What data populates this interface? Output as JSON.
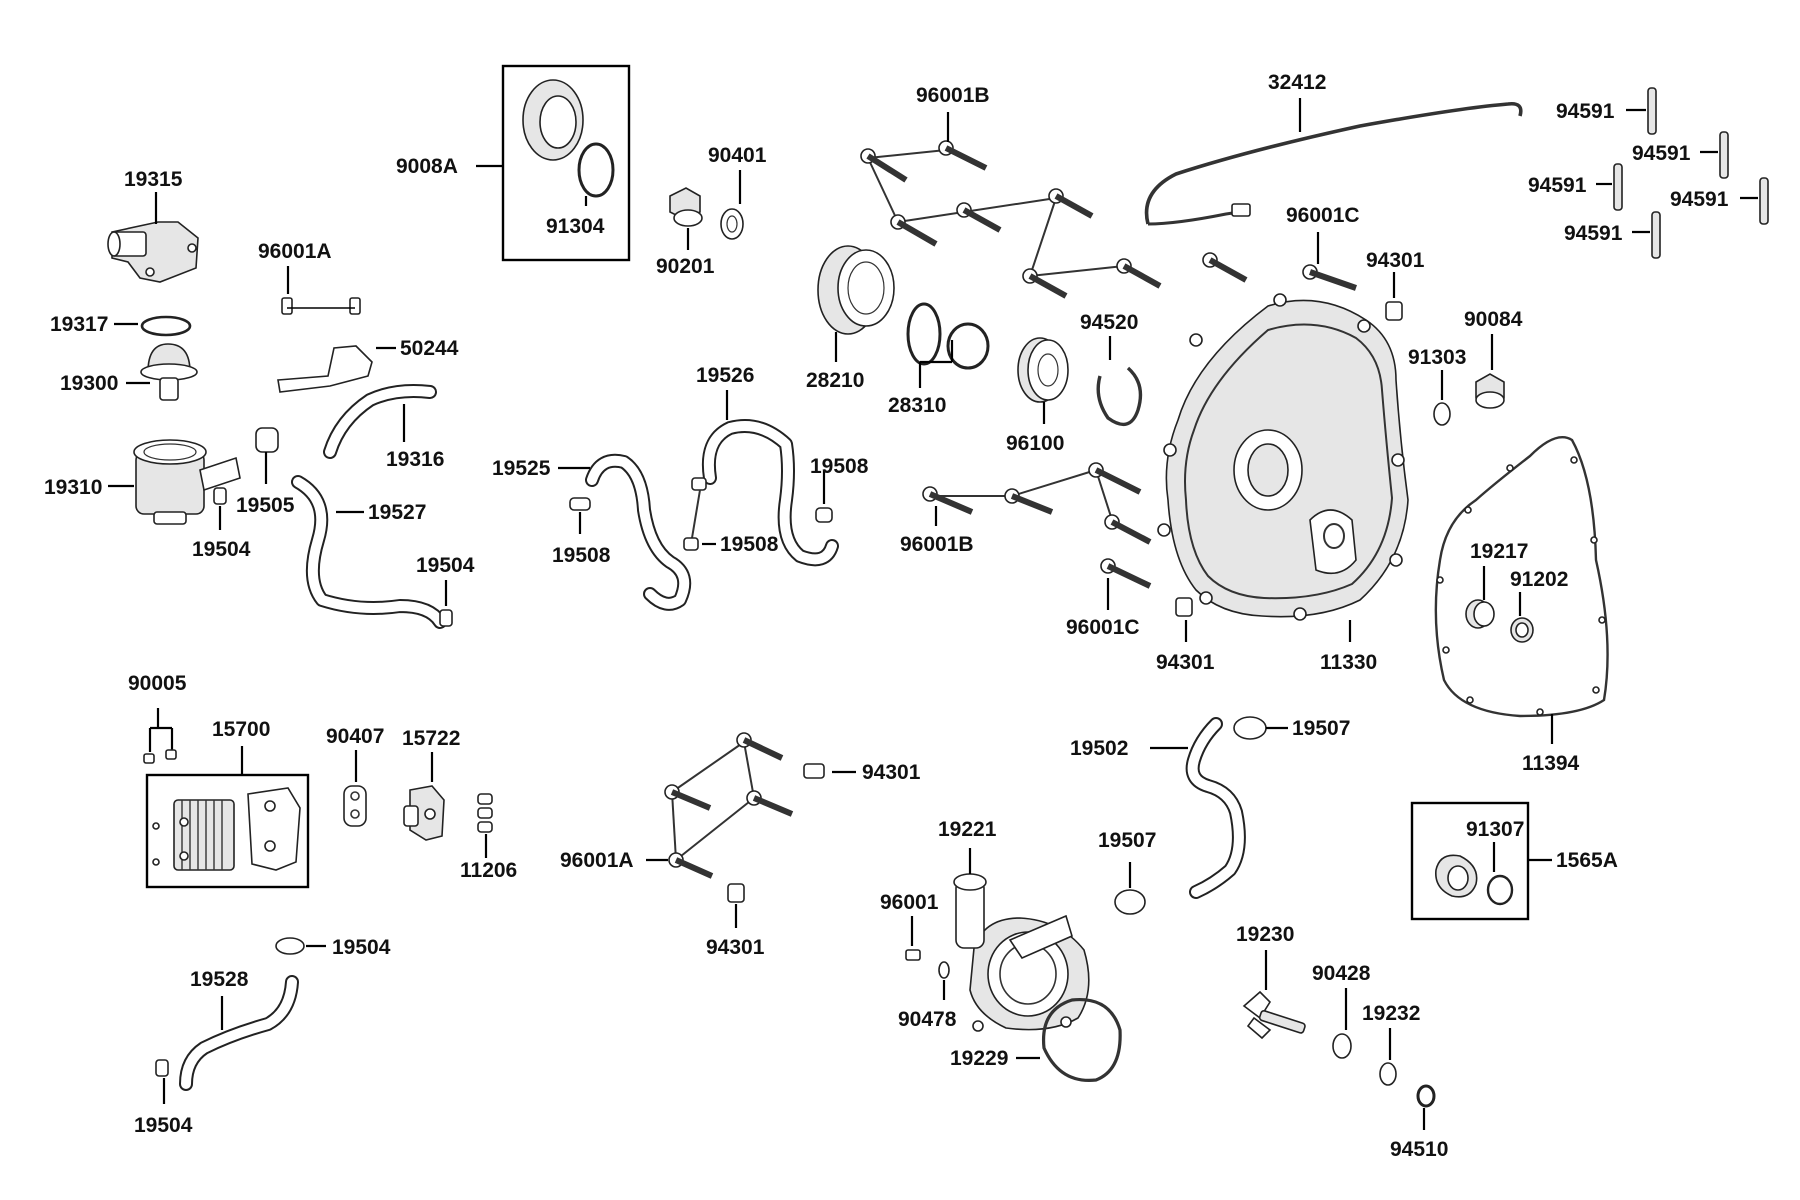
{
  "labels": {
    "p19315": "19315",
    "p19317": "19317",
    "p19300": "19300",
    "p19310": "19310",
    "p19504a": "19504",
    "p19505": "19505",
    "p96001A_top": "96001A",
    "p50244": "50244",
    "p19316": "19316",
    "p19527": "19527",
    "p19504b": "19504",
    "p9008A": "9008A",
    "p91304": "91304",
    "p90401": "90401",
    "p90201": "90201",
    "p19525": "19525",
    "p19526": "19526",
    "p19508a": "19508",
    "p19508b": "19508",
    "p19508c": "19508",
    "p96001B_top": "96001B",
    "p28210": "28210",
    "p28310": "28310",
    "p96100": "96100",
    "p94520": "94520",
    "p96001B_mid": "96001B",
    "p32412": "32412",
    "p96001C_top": "96001C",
    "p94301_top": "94301",
    "p91303": "91303",
    "p90084": "90084",
    "p94591_1": "94591",
    "p94591_2": "94591",
    "p94591_3": "94591",
    "p94591_4": "94591",
    "p94591_5": "94591",
    "p96001C_mid": "96001C",
    "p94301_mid": "94301",
    "p11330": "11330",
    "p19217": "19217",
    "p91202": "91202",
    "p11394": "11394",
    "p90005": "90005",
    "p15700": "15700",
    "p90407": "90407",
    "p15722": "15722",
    "p11206": "11206",
    "p94301_a": "94301",
    "p96001A_low": "96001A",
    "p94301_b": "94301",
    "p19502": "19502",
    "p19507a": "19507",
    "p19507b": "19507",
    "p19221": "19221",
    "p96001": "96001",
    "p90478": "90478",
    "p19229": "19229",
    "p91307": "91307",
    "p1565A": "1565A",
    "p19230": "19230",
    "p90428": "90428",
    "p19232": "19232",
    "p94510": "94510",
    "p19504c": "19504",
    "p19528": "19528",
    "p19504d": "19504"
  }
}
